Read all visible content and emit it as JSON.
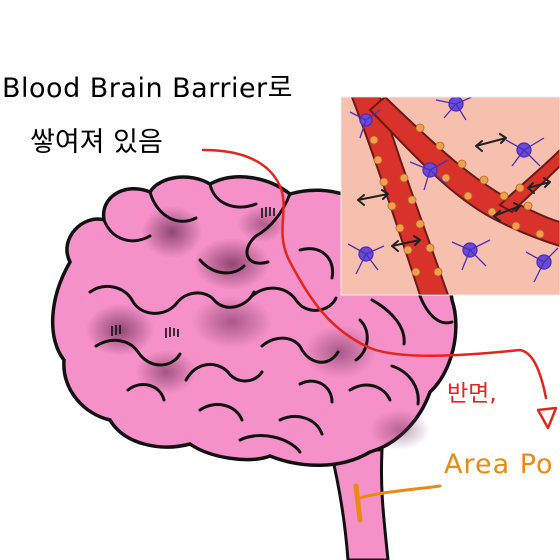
{
  "labels": {
    "line1": "Blood Brain Barrier로",
    "line2": "쌓여져 있음",
    "contrast": "반면,",
    "area": "Area Po"
  },
  "colors": {
    "brain_fill": "#f590c8",
    "brain_shadow": "#a05080",
    "inset_bg": "#f7bfae",
    "vessel": "#d8322a",
    "barrier": "#f0a24a",
    "neuron": "#6a48d8",
    "arrow_red": "#e2261c",
    "area_orange": "#e98a14"
  }
}
